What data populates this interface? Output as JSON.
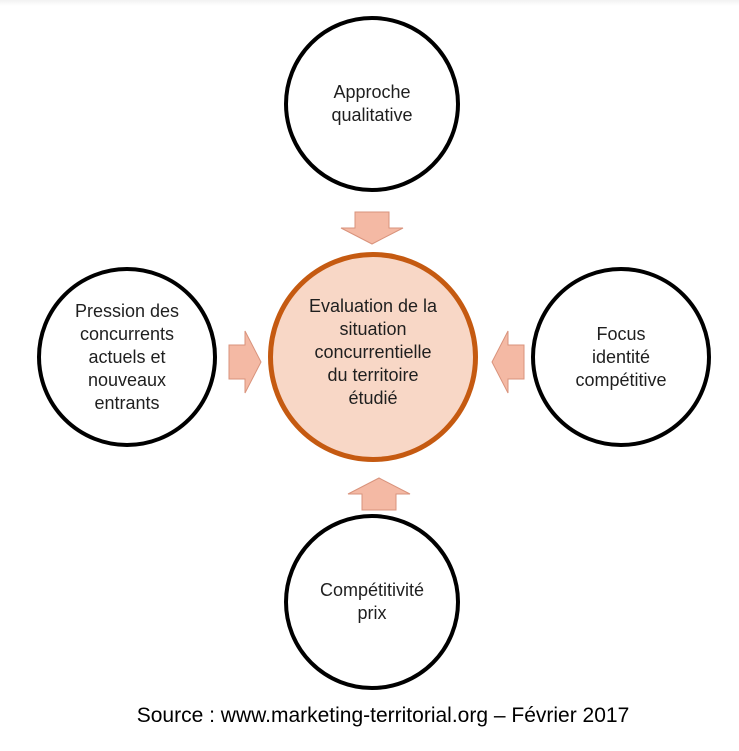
{
  "diagram": {
    "center_label": "Evaluation de la\nsituation\nconcurrentielle\ndu territoire\nétudié",
    "top_label": "Approche\nqualitative",
    "left_label": "Pression des\nconcurrents\nactuels et\nnouveaux\nentrants",
    "right_label": "Focus\nidentité\ncompétitive",
    "bottom_label": "Compétitivité\nprix",
    "colors": {
      "center_fill": "#f8d7c6",
      "center_border": "#c55a11",
      "outer_border": "#000000",
      "arrow_fill": "#f4b9a4",
      "arrow_stroke": "#d9937c"
    }
  },
  "source": "Source : www.marketing-territorial.org – Février 2017"
}
